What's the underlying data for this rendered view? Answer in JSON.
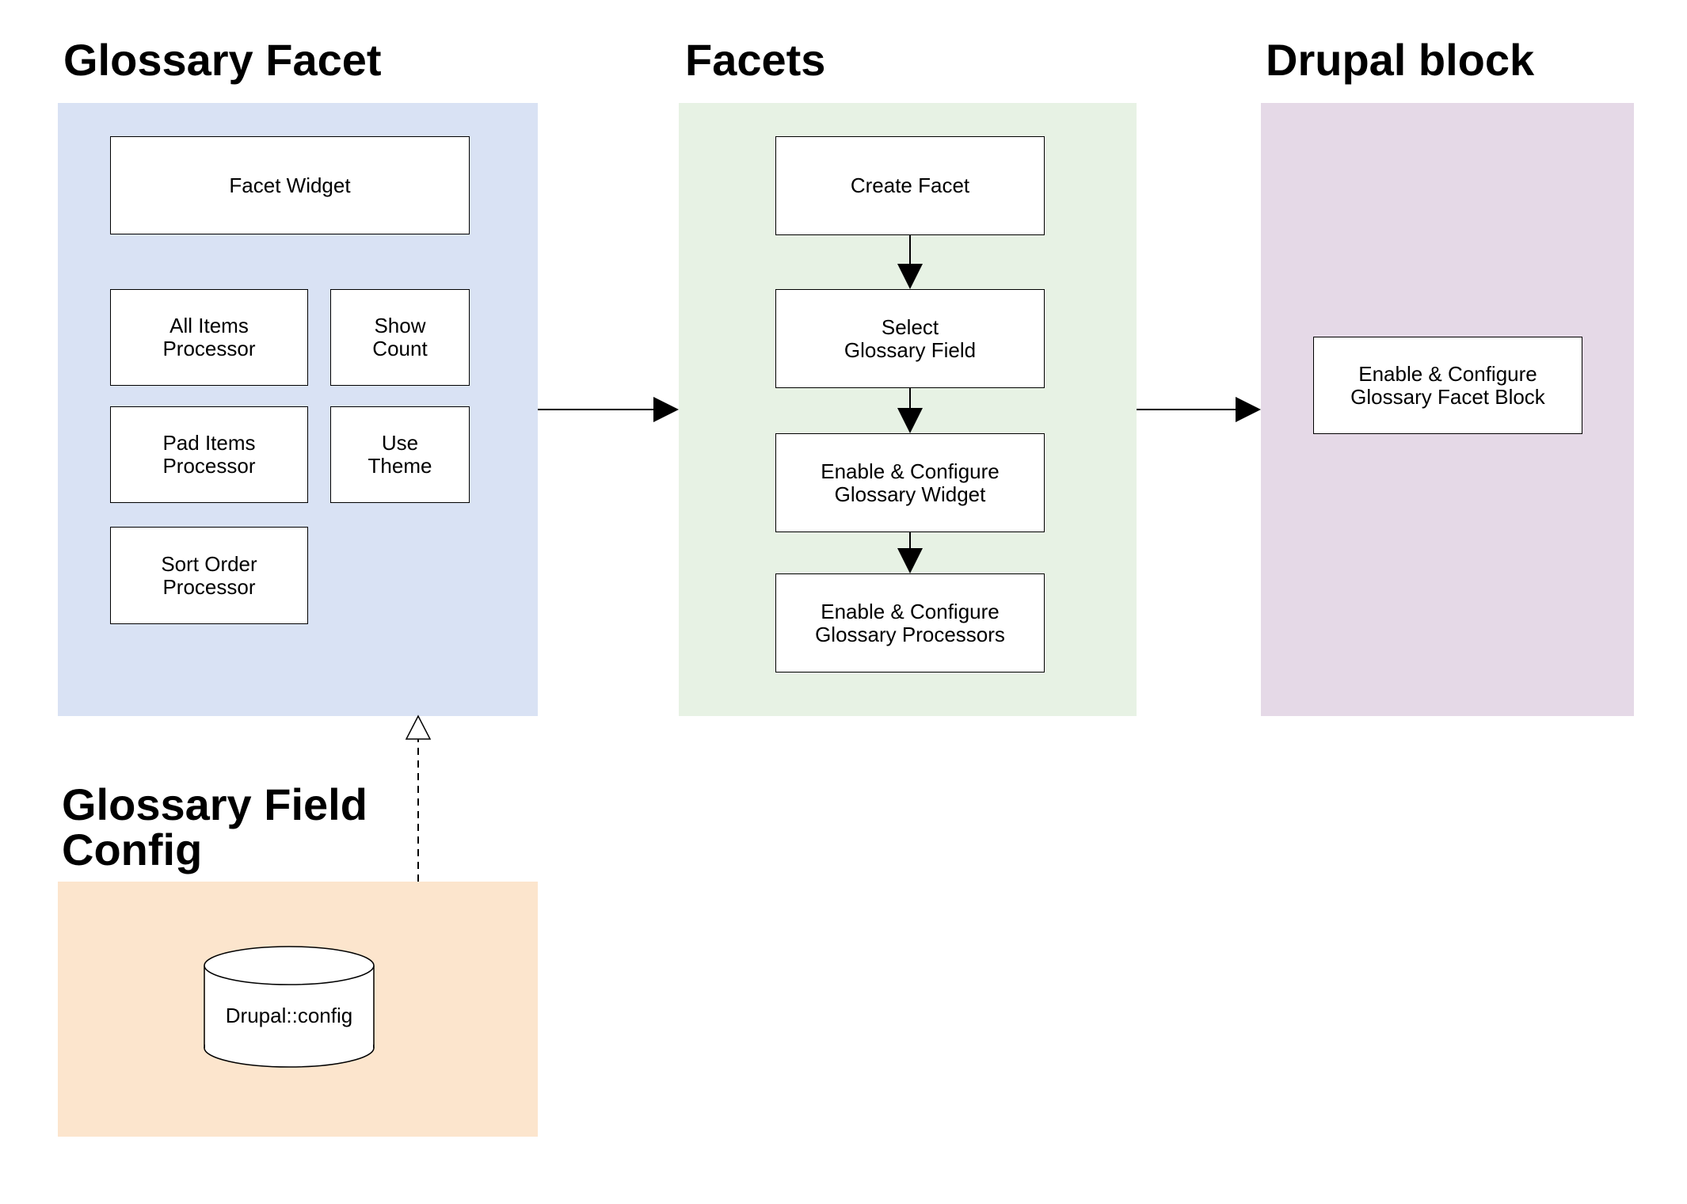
{
  "sections": {
    "glossary_facet": {
      "title": "Glossary Facet",
      "panel_color": "#d9e2f4",
      "facet_widget": "Facet Widget",
      "all_items": {
        "l1": "All Items",
        "l2": "Processor"
      },
      "show_count": {
        "l1": "Show",
        "l2": "Count"
      },
      "pad_items": {
        "l1": "Pad Items",
        "l2": "Processor"
      },
      "use_theme": {
        "l1": "Use",
        "l2": "Theme"
      },
      "sort_order": {
        "l1": "Sort Order",
        "l2": "Processor"
      }
    },
    "facets": {
      "title": "Facets",
      "panel_color": "#e7f2e4",
      "create_facet": "Create Facet",
      "select_field": {
        "l1": "Select",
        "l2": "Glossary Field"
      },
      "config_widget": {
        "l1": "Enable & Configure",
        "l2": "Glossary Widget"
      },
      "config_processors": {
        "l1": "Enable & Configure",
        "l2": "Glossary Processors"
      }
    },
    "drupal_block": {
      "title": "Drupal block",
      "panel_color": "#e5d9e7",
      "facet_block": {
        "l1": "Enable & Configure",
        "l2": "Glossary Facet Block"
      }
    },
    "glossary_field_config": {
      "title_l1": "Glossary Field",
      "title_l2": "Config",
      "panel_color": "#fce5cd",
      "drupal_config": "Drupal::config"
    }
  },
  "palette": {
    "box_fill": "#ffffff",
    "line_color": "#000000"
  }
}
